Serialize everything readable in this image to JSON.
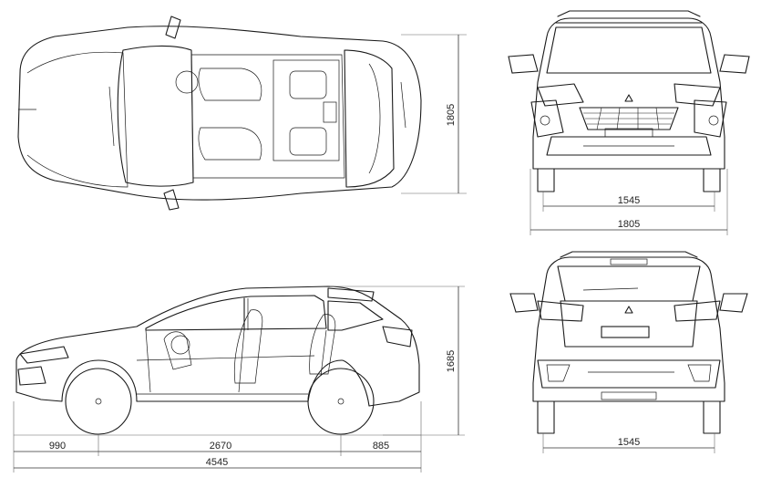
{
  "dimensions": {
    "top_width": "1805",
    "front_track": "1545",
    "front_width": "1805",
    "side_height": "1685",
    "front_overhang": "990",
    "wheelbase": "2670",
    "rear_overhang": "885",
    "overall_length": "4545",
    "rear_track": "1545"
  },
  "views": [
    "top-view",
    "front-view",
    "side-view",
    "rear-view"
  ]
}
